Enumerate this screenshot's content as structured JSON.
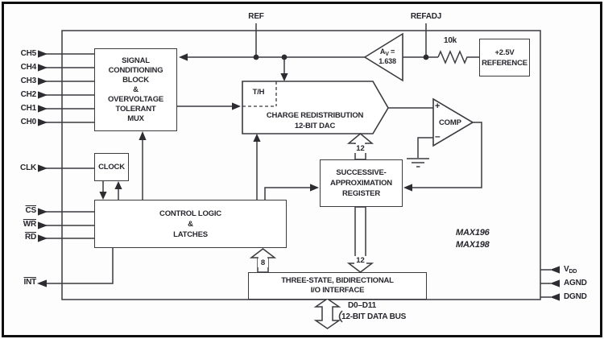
{
  "pins": {
    "ch": [
      "CH5",
      "CH4",
      "CH3",
      "CH2",
      "CH1",
      "CH0"
    ],
    "clk": "CLK",
    "cs": "CS",
    "wr": "WR",
    "rd": "RD",
    "int": "INT",
    "vdd_main": "V",
    "vdd_sub": "DD",
    "agnd": "AGND",
    "dgnd": "DGND",
    "ref": "REF",
    "refadj": "REFADJ"
  },
  "blocks": {
    "mux": {
      "lines": [
        "SIGNAL",
        "CONDITIONING",
        "BLOCK",
        "&",
        "OVERVOLTAGE",
        "TOLERANT",
        "MUX"
      ]
    },
    "clock": {
      "label": "CLOCK"
    },
    "control": {
      "lines": [
        "CONTROL LOGIC",
        "&",
        "LATCHES"
      ]
    },
    "dac": {
      "th": "T/H",
      "lines": [
        "CHARGE REDISTRIBUTION",
        "12-BIT DAC"
      ]
    },
    "sar": {
      "lines": [
        "SUCCESSIVE-",
        "APPROXIMATION",
        "REGISTER"
      ]
    },
    "io": {
      "lines": [
        "THREE-STATE, BIDIRECTIONAL",
        "I/O INTERFACE"
      ]
    },
    "reference": {
      "lines": [
        "+2.5V",
        "REFERENCE"
      ]
    },
    "amp": {
      "a": "A",
      "sub": "V",
      "eq": " =",
      "gain": "1.638"
    },
    "comp": {
      "label": "COMP",
      "plus": "+",
      "minus": "–"
    },
    "resistor": {
      "label": "10k"
    }
  },
  "buses": {
    "sar_to_dac": "12",
    "sar_to_io": "12",
    "ctrl_to_io": "8",
    "data_line1": "D0–D11",
    "data_line2": "12-BIT DATA BUS"
  },
  "part_numbers": {
    "p1": "MAX196",
    "p2": "MAX198"
  },
  "colors": {
    "line": "#3b3b40",
    "arrow": "#2c2c31",
    "frame": "#0e0e0e",
    "bg": "#ffffff"
  }
}
